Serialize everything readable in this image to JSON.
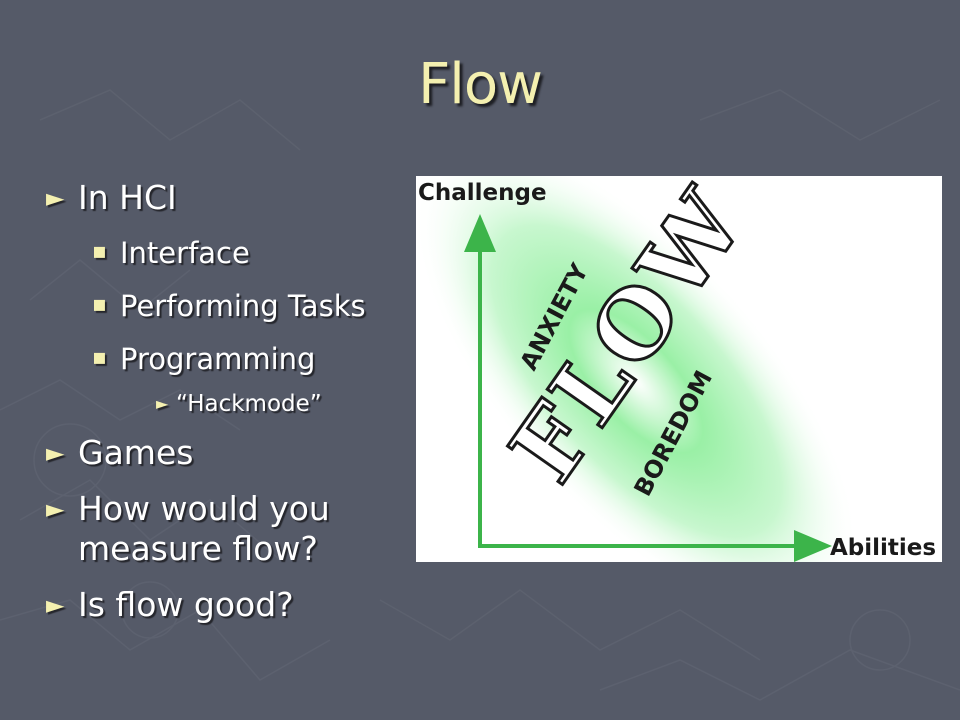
{
  "slide": {
    "title": "Flow",
    "bullets": [
      {
        "level": 1,
        "text": "In HCI"
      },
      {
        "level": 2,
        "text": "Interface"
      },
      {
        "level": 2,
        "text": "Performing Tasks"
      },
      {
        "level": 2,
        "text": "Programming"
      },
      {
        "level": 3,
        "text": "“Hackmode”"
      },
      {
        "level": 1,
        "text": "Games"
      },
      {
        "level": 1,
        "text": "How would you measure flow?"
      },
      {
        "level": 1,
        "text": "Is flow good?"
      }
    ]
  },
  "diagram": {
    "y_axis_label": "Challenge",
    "x_axis_label": "Abilities",
    "center_label": "FLOW",
    "upper_label": "ANXIETY",
    "lower_label": "BOREDOM",
    "colors": {
      "axis": "#3cb44a",
      "glow": "#7ae88a",
      "text": "#1a1a1a",
      "background": "#555a68",
      "title": "#f4f0b0"
    }
  }
}
